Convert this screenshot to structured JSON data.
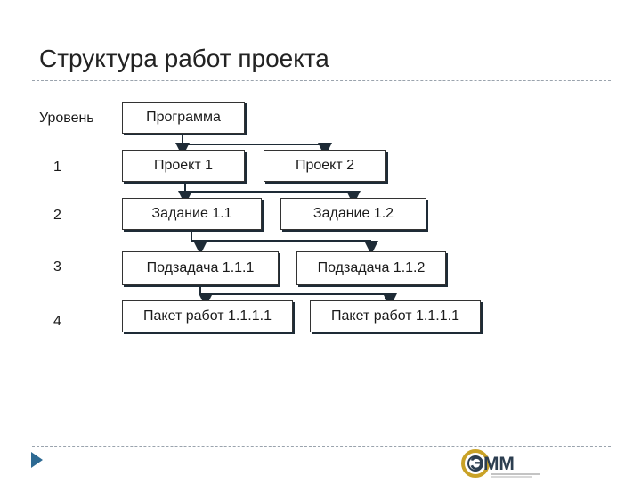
{
  "title": "Структура работ проекта",
  "levels": {
    "header": "Уровень",
    "l1": "1",
    "l2": "2",
    "l3": "3",
    "l4": "4"
  },
  "nodes": {
    "program": "Программа",
    "project1": "Проект 1",
    "project2": "Проект 2",
    "task11": "Задание 1.1",
    "task12": "Задание 1.2",
    "subtask111": "Подзадача 1.1.1",
    "subtask112": "Подзадача 1.1.2",
    "package1": "Пакет работ 1.1.1.1",
    "package2": "Пакет работ 1.1.1.1"
  },
  "logo": {
    "text": "ЭММ"
  },
  "colors": {
    "accent": "#2d6a93",
    "box_shadow": "#1e2b36",
    "rule": "#9aa3ad",
    "logo_ring": "#c9a227"
  }
}
